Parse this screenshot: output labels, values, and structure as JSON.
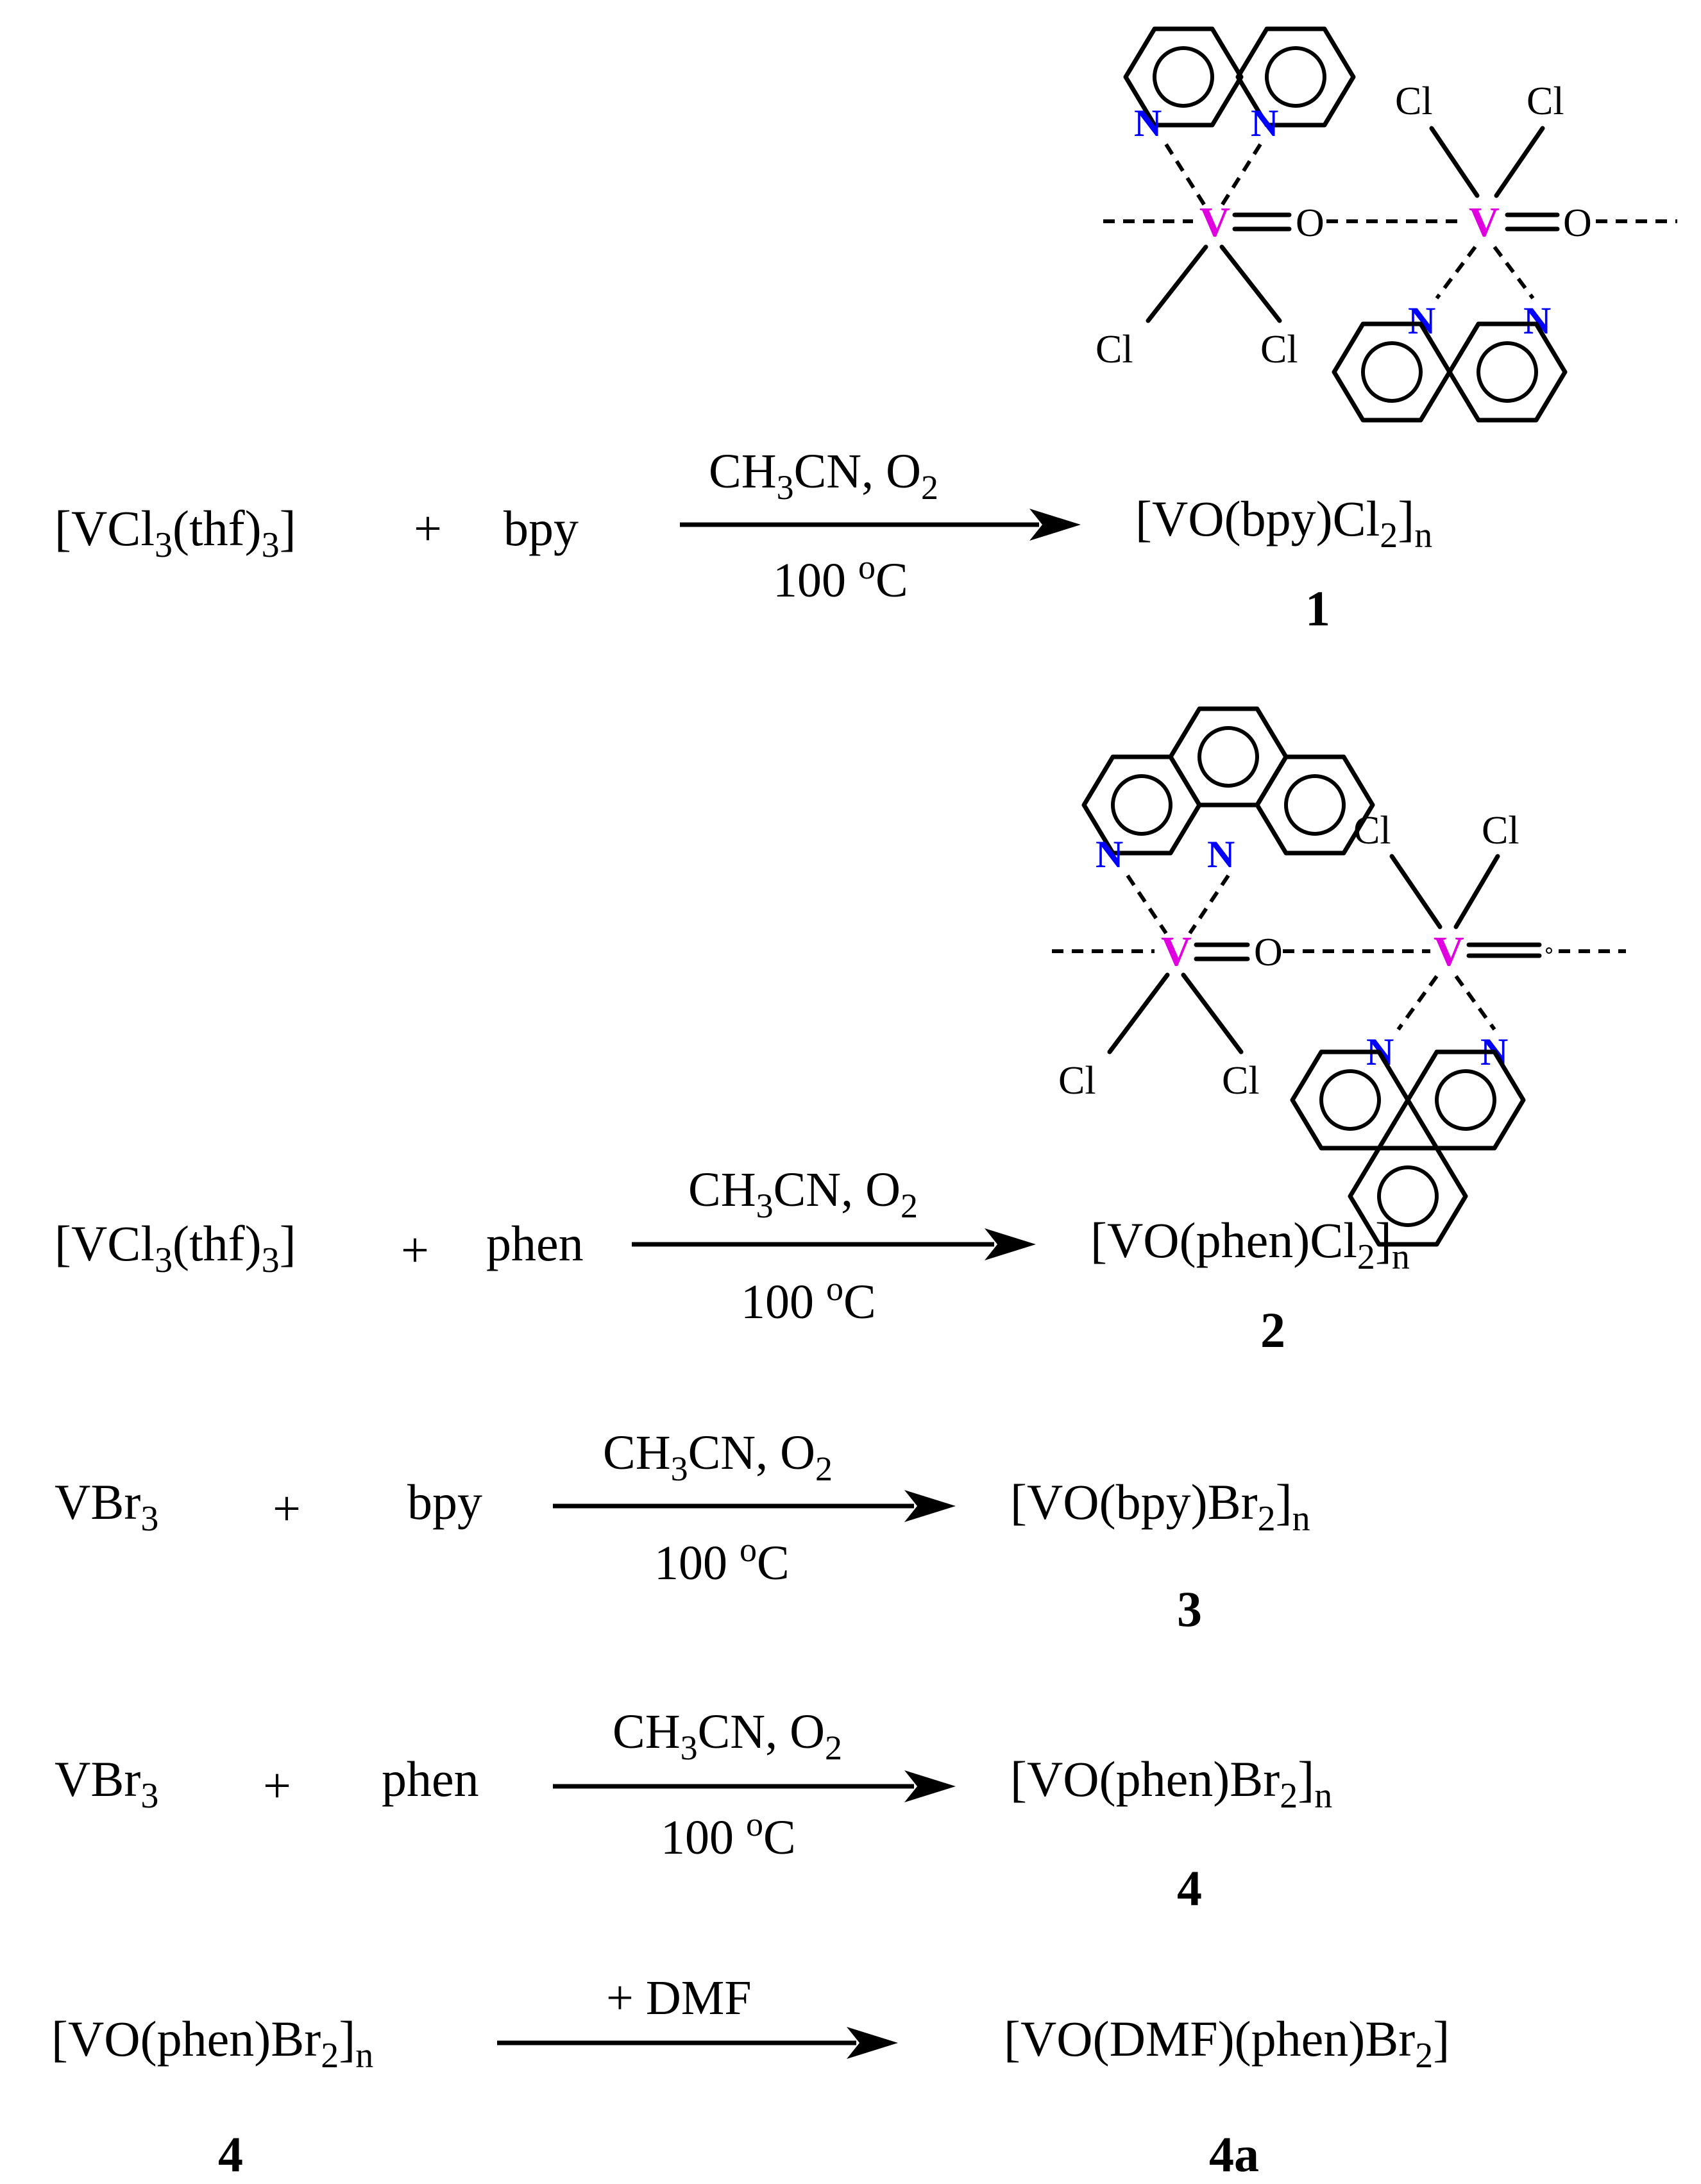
{
  "colors": {
    "vanadium": "#e000e0",
    "nitrogen": "#0000ff",
    "default": "#000000"
  },
  "atoms": {
    "V": "V",
    "N": "N",
    "O": "O",
    "Cl": "Cl"
  },
  "reactions": [
    {
      "reactant1": {
        "main": "[VCl",
        "sub1": "3",
        "mid": "(thf)",
        "sub2": "3",
        "end": "]"
      },
      "plus": "+",
      "reactant2": "bpy",
      "conditions_top": {
        "a": "CH",
        "s1": "3",
        "b": "CN, O",
        "s2": "2"
      },
      "conditions_bottom": {
        "a": "100 ",
        "sup": "o",
        "b": "C"
      },
      "product": {
        "a": "[VO(bpy)Cl",
        "s1": "2",
        "b": "]",
        "s2": "n"
      },
      "label": "1"
    },
    {
      "reactant1": {
        "main": "[VCl",
        "sub1": "3",
        "mid": "(thf)",
        "sub2": "3",
        "end": "]"
      },
      "plus": "+",
      "reactant2": "phen",
      "conditions_top": {
        "a": "CH",
        "s1": "3",
        "b": "CN, O",
        "s2": "2"
      },
      "conditions_bottom": {
        "a": "100 ",
        "sup": "o",
        "b": "C"
      },
      "product": {
        "a": "[VO(phen)Cl",
        "s1": "2",
        "b": "]",
        "s2": "n"
      },
      "label": "2"
    },
    {
      "reactant1": {
        "main": "VBr",
        "sub1": "3"
      },
      "plus": "+",
      "reactant2": "bpy",
      "conditions_top": {
        "a": "CH",
        "s1": "3",
        "b": "CN, O",
        "s2": "2"
      },
      "conditions_bottom": {
        "a": "100 ",
        "sup": "o",
        "b": "C"
      },
      "product": {
        "a": "[VO(bpy)Br",
        "s1": "2",
        "b": "]",
        "s2": "n"
      },
      "label": "3"
    },
    {
      "reactant1": {
        "main": "VBr",
        "sub1": "3"
      },
      "plus": "+",
      "reactant2": "phen",
      "conditions_top": {
        "a": "CH",
        "s1": "3",
        "b": "CN, O",
        "s2": "2"
      },
      "conditions_bottom": {
        "a": "100 ",
        "sup": "o",
        "b": "C"
      },
      "product": {
        "a": "[VO(phen)Br",
        "s1": "2",
        "b": "]",
        "s2": "n"
      },
      "label": "4"
    },
    {
      "reactant1": {
        "a": "[VO(phen)Br",
        "s1": "2",
        "b": "]",
        "s2": "n"
      },
      "reactant_label": "4",
      "conditions_top": {
        "a": "+ DMF"
      },
      "product": {
        "a": "[VO(DMF)(phen)Br",
        "s1": "2",
        "b": "]"
      },
      "label": "4a"
    }
  ]
}
